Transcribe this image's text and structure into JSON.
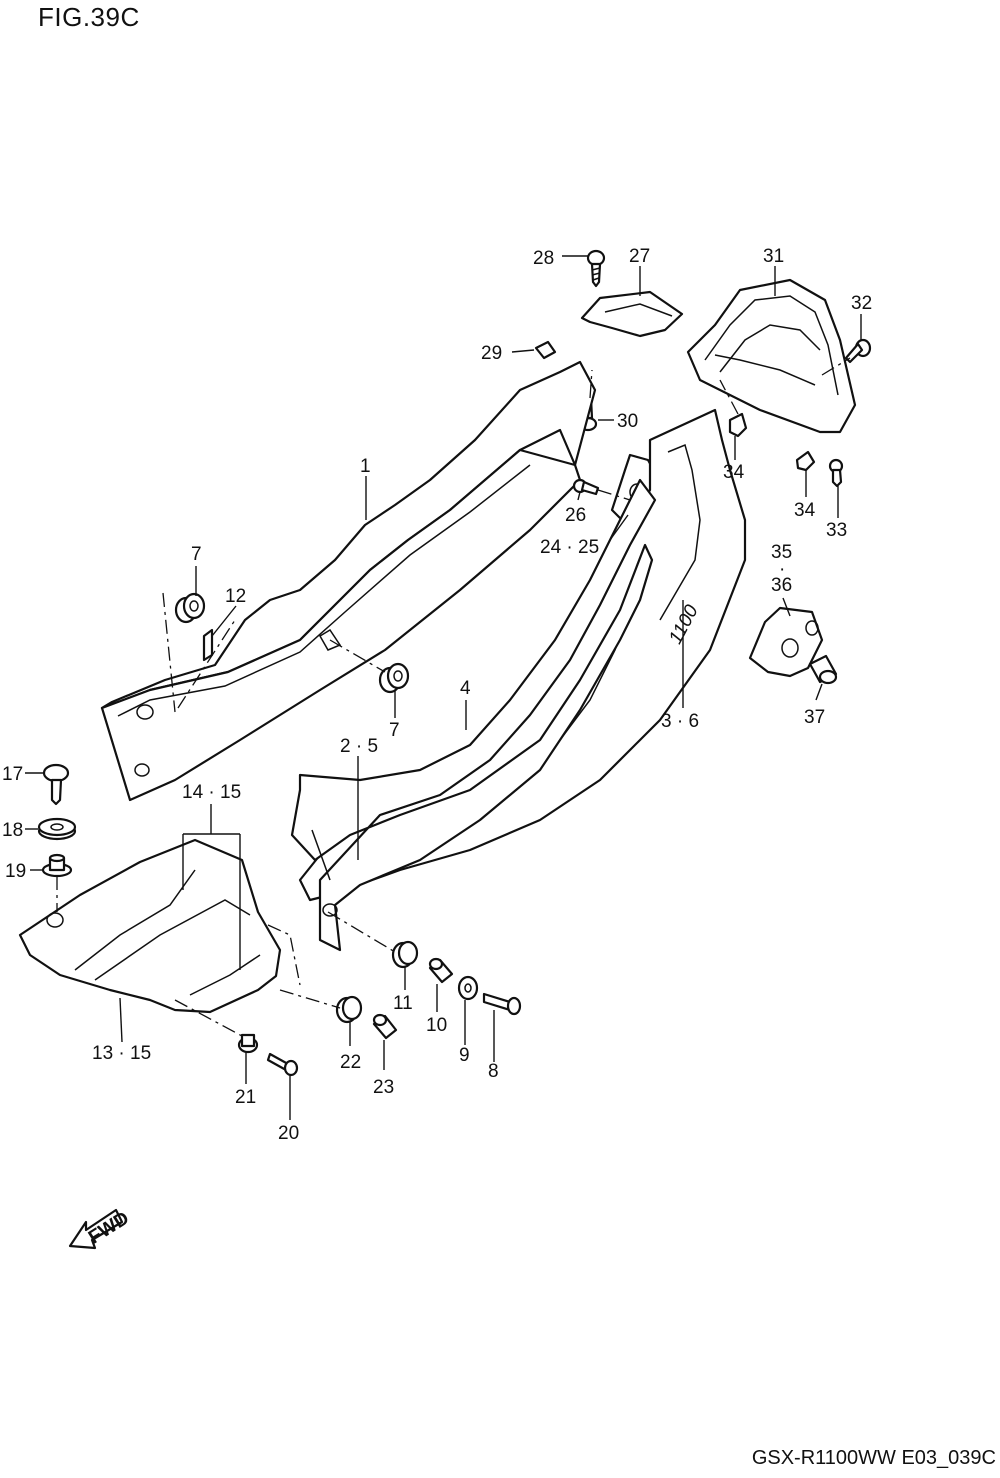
{
  "figure": {
    "title": "FIG.39C",
    "footer": "GSX-R1100WW  E03_039C",
    "fwd_label": "FWD"
  },
  "callouts": [
    {
      "id": "c28",
      "text": "28"
    },
    {
      "id": "c27",
      "text": "27"
    },
    {
      "id": "c31",
      "text": "31"
    },
    {
      "id": "c32",
      "text": "32"
    },
    {
      "id": "c29",
      "text": "29"
    },
    {
      "id": "c30",
      "text": "30"
    },
    {
      "id": "c34a",
      "text": "34"
    },
    {
      "id": "c34b",
      "text": "34"
    },
    {
      "id": "c33",
      "text": "33"
    },
    {
      "id": "c1",
      "text": "1"
    },
    {
      "id": "c26",
      "text": "26"
    },
    {
      "id": "c24_25",
      "text": "24 · 25"
    },
    {
      "id": "c35",
      "text": "35"
    },
    {
      "id": "c35dot",
      "text": "·"
    },
    {
      "id": "c36",
      "text": "36"
    },
    {
      "id": "c7a",
      "text": "7"
    },
    {
      "id": "c12",
      "text": "12"
    },
    {
      "id": "c7b",
      "text": "7"
    },
    {
      "id": "c4",
      "text": "4"
    },
    {
      "id": "c3_6",
      "text": "3 · 6"
    },
    {
      "id": "c37",
      "text": "37"
    },
    {
      "id": "c2_5",
      "text": "2 · 5"
    },
    {
      "id": "c17",
      "text": "17"
    },
    {
      "id": "c14_15",
      "text": "14 · 15"
    },
    {
      "id": "c18",
      "text": "18"
    },
    {
      "id": "c19",
      "text": "19"
    },
    {
      "id": "c11",
      "text": "11"
    },
    {
      "id": "c10",
      "text": "10"
    },
    {
      "id": "c9",
      "text": "9"
    },
    {
      "id": "c8",
      "text": "8"
    },
    {
      "id": "c22",
      "text": "22"
    },
    {
      "id": "c23",
      "text": "23"
    },
    {
      "id": "c13_15",
      "text": "13 · 15"
    },
    {
      "id": "c21",
      "text": "21"
    },
    {
      "id": "c20",
      "text": "20"
    }
  ],
  "cowl_badge": "1100"
}
